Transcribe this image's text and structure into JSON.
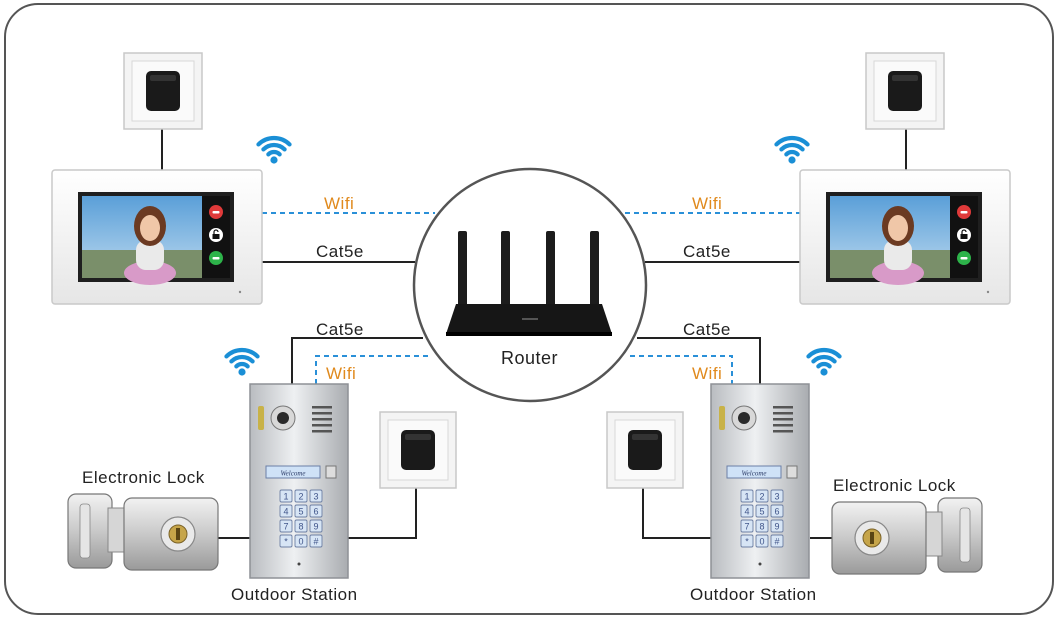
{
  "labels": {
    "wifi": "Wifi",
    "cat5e": "Cat5e",
    "router": "Router",
    "electronic_lock": "Electronic Lock",
    "outdoor_station": "Outdoor Station",
    "welcome": "Welcome"
  },
  "keypad": [
    "1",
    "2",
    "3",
    "4",
    "5",
    "6",
    "7",
    "8",
    "9",
    "*",
    "0",
    "#"
  ],
  "colors": {
    "wifi_signal": "#1a8fd6",
    "wifi_link": "#2a90d8",
    "wifi_text": "#e08a1e",
    "cable": "#222222",
    "hangup": "#e03a3a",
    "answer": "#2db34a"
  },
  "icons": [
    "wifi-icon",
    "power-adapter-icon",
    "hangup-icon",
    "unlock-icon",
    "answer-icon",
    "camera-icon",
    "speaker-icon"
  ]
}
